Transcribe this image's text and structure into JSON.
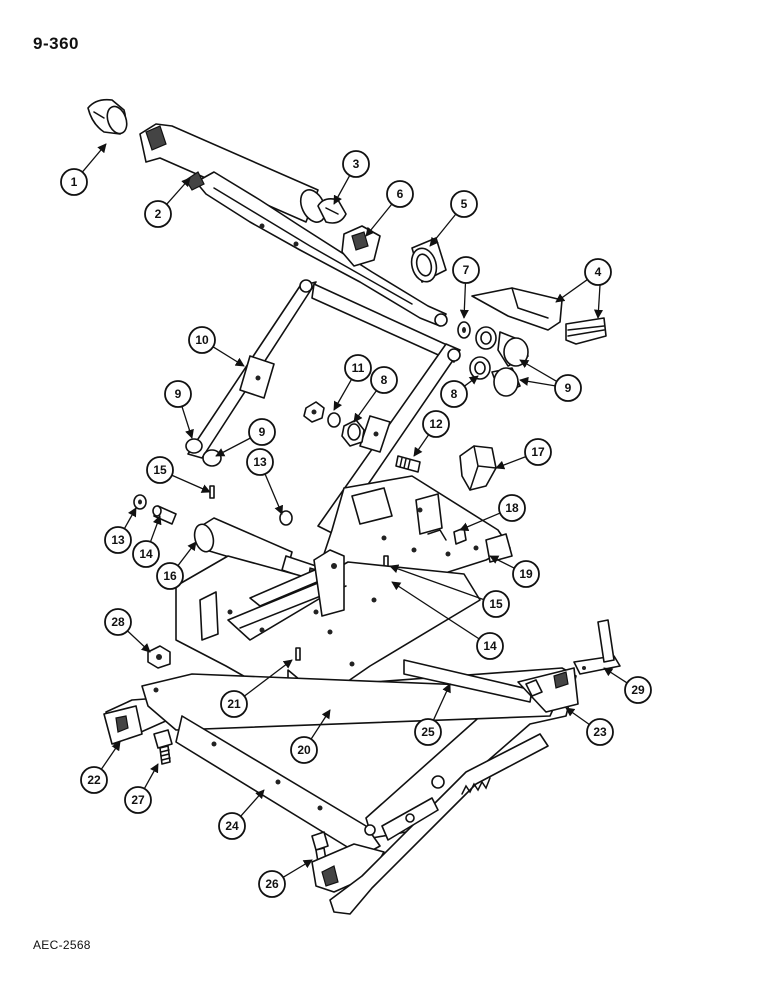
{
  "page": {
    "page_number": "9-360",
    "figure_code": "AEC-2568"
  },
  "callouts": [
    "1",
    "2",
    "3",
    "4",
    "5",
    "6",
    "7",
    "8",
    "8",
    "9",
    "9",
    "9",
    "9",
    "10",
    "11",
    "12",
    "13",
    "13",
    "14",
    "14",
    "15",
    "15",
    "16",
    "17",
    "18",
    "19",
    "20",
    "21",
    "22",
    "23",
    "24",
    "25",
    "26",
    "27",
    "28",
    "29"
  ]
}
